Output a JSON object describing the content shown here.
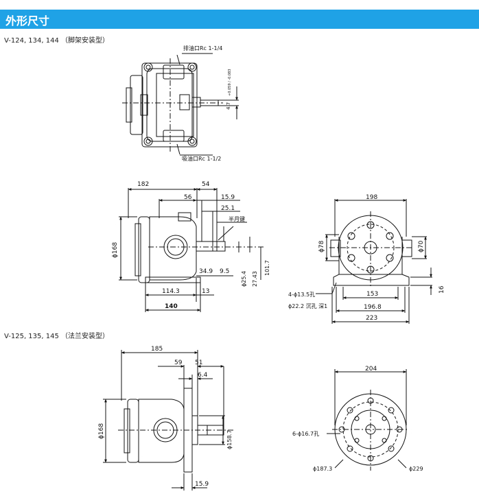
{
  "header": {
    "title": "外形尺寸"
  },
  "section1": {
    "caption": "V-124, 134, 144 （脚架安装型）"
  },
  "section2": {
    "caption": "V-125, 135, 145 （法兰安装型）"
  },
  "top_view": {
    "outlet_label": "排油口Rc 1-1/4",
    "inlet_label": "吸油口Rc 1-1/2",
    "key_dim": "4.7",
    "key_tol": "+0.059 / -0.083"
  },
  "foot_side": {
    "d182": "182",
    "d54": "54",
    "d56": "56",
    "d15_9": "15.9",
    "d25_1": "25.1",
    "key_label": "半月键",
    "d168": "ϕ168",
    "d34_9": "34.9",
    "d9_5": "9.5",
    "d25_4": "ϕ25.4",
    "d27_43": "27.43",
    "d101_7": "101.7",
    "d114_3": "114.3",
    "d13": "13",
    "d140": "140"
  },
  "foot_front": {
    "d198": "198",
    "d78": "ϕ78",
    "d70": "ϕ70",
    "holes": "4-ϕ13.5孔",
    "counterbore": "ϕ22.2 沉孔 深1",
    "d153": "153",
    "d196_8": "196.8",
    "d223": "223",
    "d16": "16"
  },
  "flange_side": {
    "d185": "185",
    "d59": "59",
    "d51": "51",
    "d6_4": "6.4",
    "d168": "ϕ168",
    "d158_7": "ϕ158.7",
    "d15_9": "15.9"
  },
  "flange_front": {
    "d204": "204",
    "holes": "6-ϕ16.7孔",
    "d187_3": "ϕ187.3",
    "d229": "ϕ229"
  }
}
